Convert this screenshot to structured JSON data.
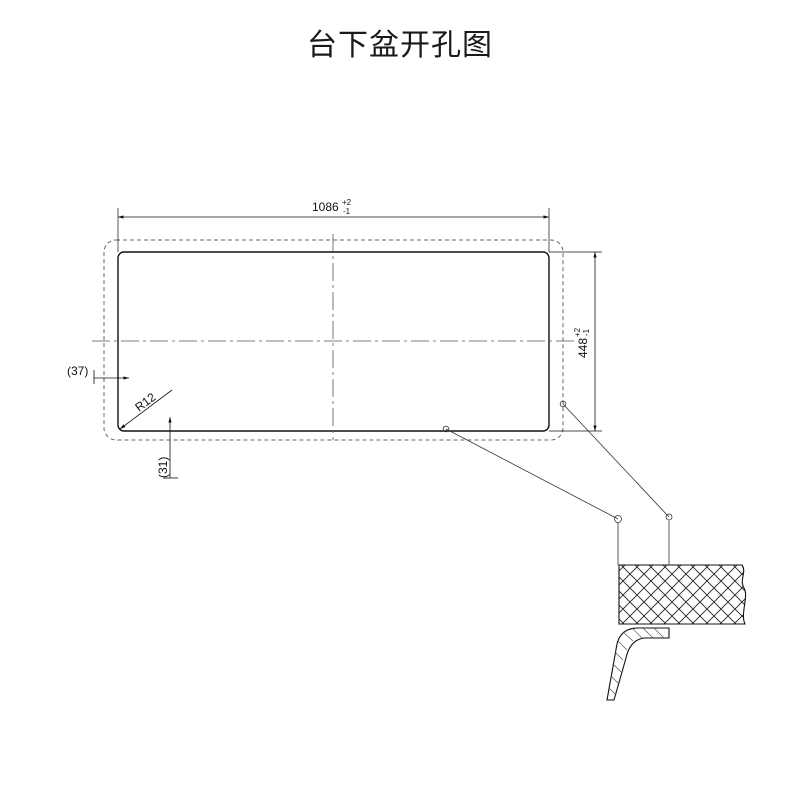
{
  "title": "台下盆开孔图",
  "dimensions": {
    "width": {
      "value": "1086",
      "tol_plus": "+2",
      "tol_minus": "-1"
    },
    "height": {
      "value": "448",
      "tol_plus": "+2",
      "tol_minus": "-1"
    },
    "left_offset": "(37)",
    "bottom_offset": "(31)",
    "corner_radius": "R12"
  }
}
